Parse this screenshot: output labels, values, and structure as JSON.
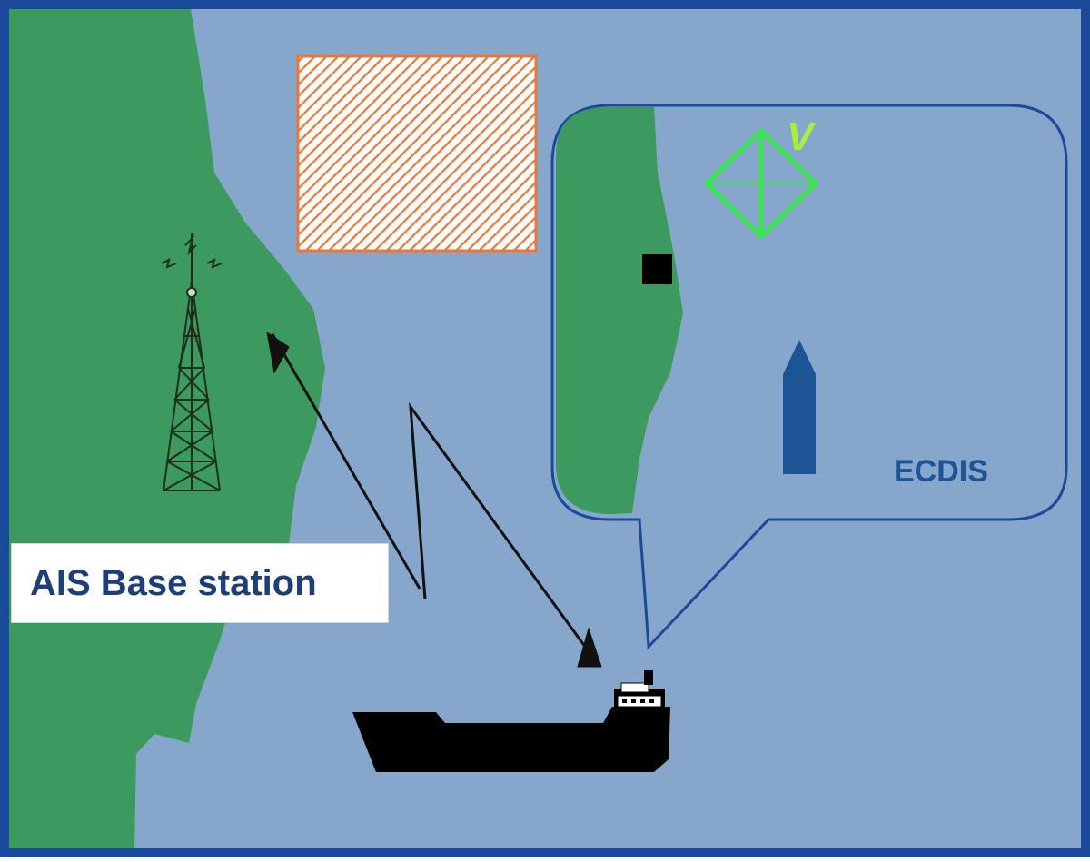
{
  "labels": {
    "base_station": "AIS Base station",
    "display": "ECDIS",
    "virtual_aton": "V"
  },
  "colors": {
    "frame": "#1c4a9a",
    "water": "#86a6cc",
    "land": "#3d9a5f",
    "hazard_stroke": "#e8783a",
    "hazard_fill": "#ffffff",
    "tower": "#1c2f1c",
    "arrows": "#111111",
    "callout": "#1c4a9a",
    "ship": "#000000",
    "own_ship_symbol": "#1c5496",
    "virtual_aton_symbol": "#36e84a",
    "virtual_aton_letter": "#a8ee3a",
    "label_text": "#1c3f7a"
  },
  "icons": {
    "tower": "radio-tower-icon",
    "ship": "cargo-ship-icon",
    "aton": "virtual-aton-icon",
    "own_ship": "own-ship-symbol-icon"
  }
}
